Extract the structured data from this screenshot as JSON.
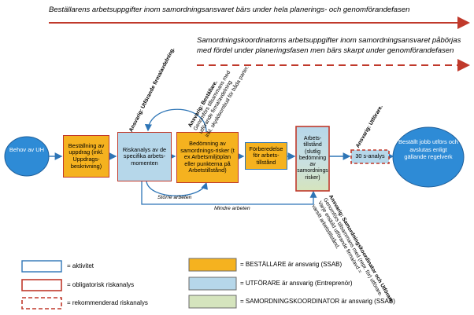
{
  "banners": {
    "top": "Beställarens arbetsuppgifter inom samordningsansvaret bärs under hela planerings- och genomförandefasen",
    "middle_line1": "Samordningskoordinatorns arbetsuppgifter inom samordningsansvaret påbörjas",
    "middle_line2": "med fördel under planeringsfasen men bärs skarpt under genomförandefasen"
  },
  "nodes": {
    "start": "Behov av UH",
    "order": "Beställning av uppdrag (inkl. Uppdrags-beskrivning)",
    "risk": "Riskanalys av de specifika arbets-momenten",
    "assessment": "Bedömning av samordnings-risker (t ex Arbetsmiljöplan eller punkterna på Arbetstillstånd)",
    "prep": "Förberedelse för arbets-tillstånd",
    "permit": "Arbets-tillstånd (slutlig bedömning av samordnings risker)",
    "analysis30": "30 s-analys",
    "end": "Beställt jobb utförs och avslutas enligt gällande regelverk"
  },
  "annotations": {
    "resp_contractor": "Ansvarig: Utförande firma/avdelning.",
    "resp_orderer_bold": "Ansvarig: Beställare.",
    "resp_orderer_l2": "Genomförs tillsammans med",
    "resp_orderer_l3": "utförande firma/avdelning",
    "resp_orderer_l4": "inkl. skyddsombud för båda parter.",
    "resp_performer": "Ansvarig: Utförare.",
    "resp_coord_bold": "Ansvarig: Samordningskoordinator och Utförare.",
    "resp_coord_l2": "Genomförs tillsammans med (repr. för) utförare.",
    "resp_coord_l3": "Varje enskild utförande firma/avd =",
    "resp_coord_l4": "varsitt arbetstillstånd."
  },
  "flow_labels": {
    "larger": "Större arbeten",
    "smaller": "Mindre arbeten"
  },
  "legend": {
    "activity": "= aktivitet",
    "mandatory": "= obligatorisk riskanalys",
    "recommended": "= rekommenderad riskanalys",
    "orderer": "= BESTÄLLARE är ansvarig (SSAB)",
    "performer": "= UTFÖRARE är ansvarig (Entreprenör)",
    "coordinator": "= SAMORDNINGSKOORDINATOR är ansvarig (SSAB)"
  },
  "colors": {
    "red": "#c0392b",
    "blue_line": "#2e75b6",
    "orange": "#f5b21f",
    "light_blue": "#b6d7ea",
    "light_green": "#d5e4bd",
    "circle": "#2e8bd6"
  }
}
